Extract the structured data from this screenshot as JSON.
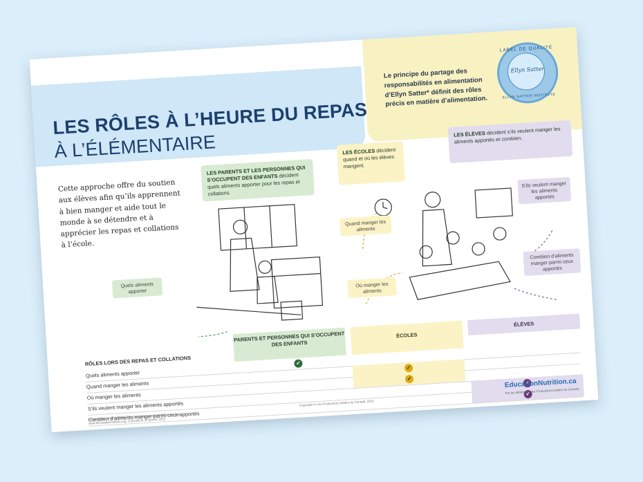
{
  "poster": {
    "title_line1": "LES RÔLES À L’HEURE DU REPAS",
    "title_line2": "À L’ÉLÉMENTAIRE",
    "principle": "Le principe du partage des responsabilités en alimentation d’Ellyn Satter* définit des rôles précis en matière d’alimentation.",
    "seal": {
      "top": "LABEL DE QUALITÉ",
      "center": "Ellyn Satter",
      "bottom": "ELLYN SATTER INSTITUTE"
    },
    "intro": "Cette approche offre du soutien aux élèves afin qu’ils apprennent à bien manger et aide tout le monde à se détendre et à apprécier les repas et collations à l’école.",
    "parents_box": {
      "lead": "LES PARENTS ET LES PERSONNES QUI S’OCCUPENT DES ENFANTS",
      "rest": " décident quels aliments apporter pour les repas et collations."
    },
    "schools_box": {
      "lead": "LES ÉCOLES",
      "rest": " décident quand et où les élèves mangent."
    },
    "students_box": {
      "lead": "LES ÉLÈVES",
      "rest": " décident s’ils veulent manger les aliments apportés et combien."
    },
    "tags": {
      "what_food": "Quels aliments apporter",
      "when_eat": "Quand manger les aliments",
      "where_eat": "Où manger les aliments",
      "want_eat": "S’ils veulent manger les aliments apportés",
      "how_much": "Combien d’aliments manger parmi ceux apportés"
    },
    "table": {
      "header": "RÔLES LORS DES REPAS ET COLLATIONS",
      "col_parents": "PARENTS ET PERSONNES QUI S’OCCUPENT DES ENFANTS",
      "col_schools": "ÉCOLES",
      "col_students": "ÉLÈVES",
      "rows": [
        "Quels aliments apporter",
        "Quand manger les aliments",
        "Où manger les aliments",
        "S’ils veulent manger les aliments apportés",
        "Combien d’aliments manger parmi ceux apportés"
      ],
      "check_symbol": "✓"
    },
    "brand": "EducationNutrition.ca",
    "brand_sub": "Par les diététistes des Producteurs laitiers du Canada",
    "copyright": "Copyright © Les Producteurs laitiers du Canada, 2022",
    "footnote": "*Ellyn Satter Institute 2016. The division of responsibility in feeding. www.ellynsatterinstitute.org. Consulté le 21 janvier 2022."
  },
  "colors": {
    "background": "#dbeefa",
    "title_blue": "#1d3f6e",
    "parents_green": "#d8ebd2",
    "schools_yellow": "#fbf3c6",
    "students_purple": "#e1dcee"
  }
}
